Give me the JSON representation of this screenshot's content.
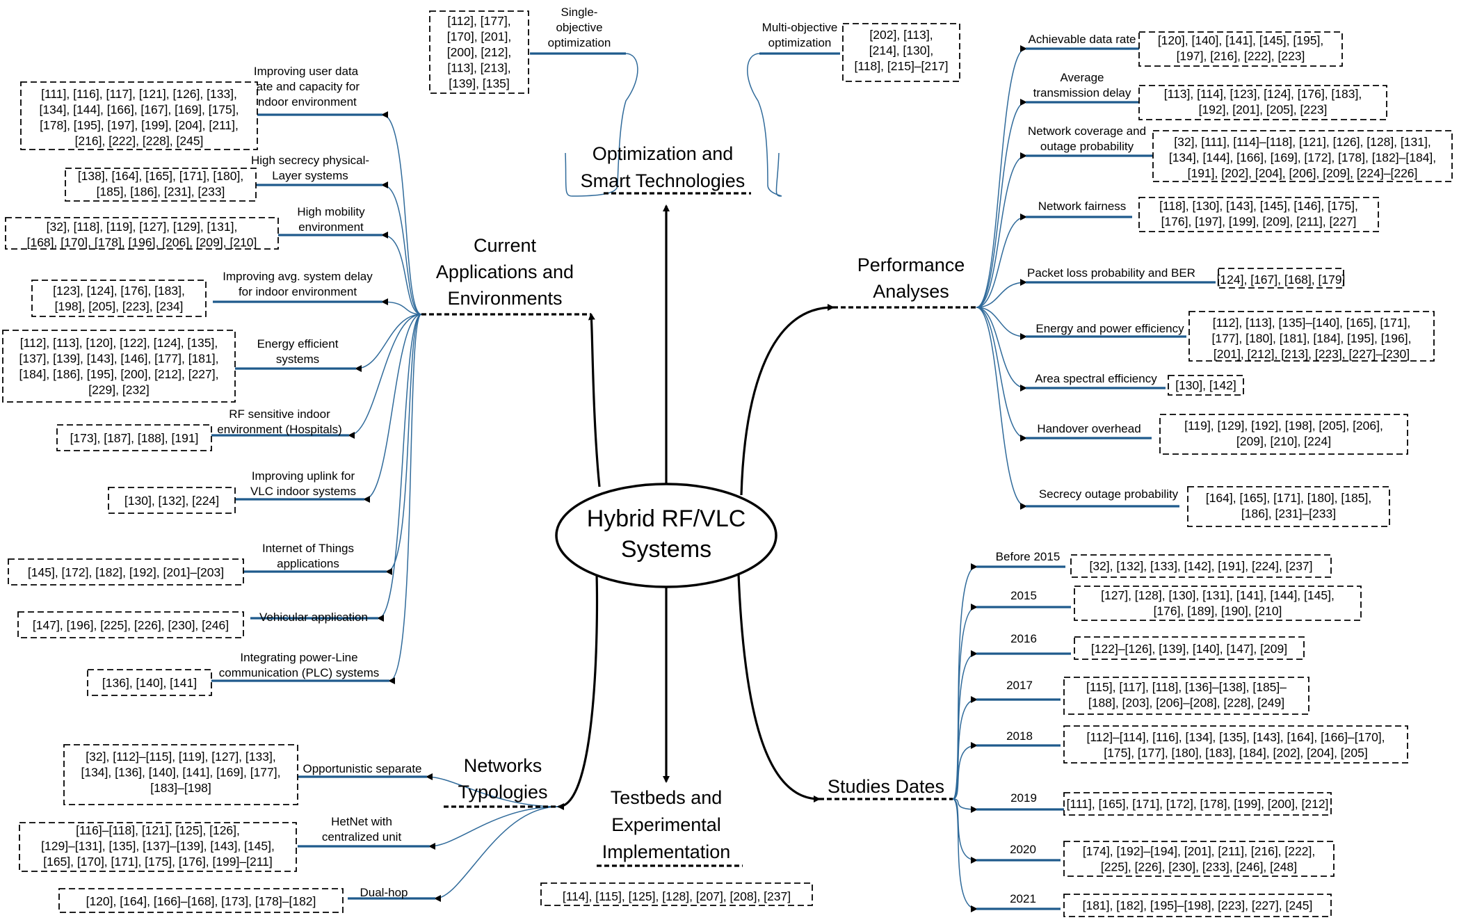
{
  "center": {
    "label_lines": [
      "Hybrid RF/VLC",
      "Systems"
    ]
  },
  "branches": [
    {
      "id": "optimization",
      "title_lines": [
        "Optimization and",
        "Smart Technologies"
      ],
      "items": [
        {
          "label_lines": [
            "Single-",
            "objective",
            "optimization"
          ],
          "refs_lines": [
            "[112], [177],",
            "[170], [201],",
            "[200], [212],",
            "[113], [213],",
            "[139], [135]"
          ]
        },
        {
          "label_lines": [
            "Multi-objective",
            "optimization"
          ],
          "refs_lines": [
            "[202], [113],",
            "[214], [130],",
            "[118], [215]–[217]"
          ]
        }
      ]
    },
    {
      "id": "applications",
      "title_lines": [
        "Current",
        "Applications and",
        "Environments"
      ],
      "items": [
        {
          "label_lines": [
            "Improving user data",
            "rate and capacity for",
            "indoor environment"
          ],
          "refs_lines": [
            "[111], [116], [117], [121], [126], [133],",
            "[134], [144], [166], [167], [169], [175],",
            "[178], [195], [197], [199], [204], [211],",
            "[216], [222], [228], [245]"
          ]
        },
        {
          "label_lines": [
            "High secrecy physical-",
            "Layer systems"
          ],
          "refs_lines": [
            "[138], [164], [165], [171], [180],",
            "[185], [186], [231], [233]"
          ]
        },
        {
          "label_lines": [
            "High mobility",
            "environment"
          ],
          "refs_lines": [
            "[32], [118], [119], [127], [129], [131],",
            "[168], [170], [178], [196], [206], [209], [210]"
          ]
        },
        {
          "label_lines": [
            "Improving avg. system delay",
            "for indoor environment"
          ],
          "refs_lines": [
            "[123], [124], [176], [183],",
            "[198], [205], [223], [234]"
          ]
        },
        {
          "label_lines": [
            "Energy efficient",
            "systems"
          ],
          "refs_lines": [
            "[112], [113], [120], [122], [124], [135],",
            "[137], [139], [143], [146], [177], [181],",
            "[184], [186], [195], [200], [212], [227],",
            "[229], [232]"
          ]
        },
        {
          "label_lines": [
            "RF sensitive indoor",
            "environment (Hospitals)"
          ],
          "refs_lines": [
            "[173], [187], [188], [191]"
          ]
        },
        {
          "label_lines": [
            "Improving uplink for",
            "VLC indoor systems"
          ],
          "refs_lines": [
            "[130], [132], [224]"
          ]
        },
        {
          "label_lines": [
            "Internet of Things",
            "applications"
          ],
          "refs_lines": [
            "[145], [172], [182], [192], [201]–[203]"
          ]
        },
        {
          "label_lines": [
            "Vehicular application"
          ],
          "refs_lines": [
            "[147], [196], [225], [226], [230], [246]"
          ]
        },
        {
          "label_lines": [
            "Integrating power-Line",
            "communication (PLC) systems"
          ],
          "refs_lines": [
            "[136], [140], [141]"
          ]
        }
      ]
    },
    {
      "id": "performance",
      "title_lines": [
        "Performance",
        "Analyses"
      ],
      "items": [
        {
          "label_lines": [
            "Achievable data rate"
          ],
          "refs_lines": [
            "[120], [140], [141], [145], [195],",
            "[197], [216], [222], [223]"
          ]
        },
        {
          "label_lines": [
            "Average",
            "transmission delay"
          ],
          "refs_lines": [
            "[113], [114], [123], [124], [176], [183],",
            "[192], [201], [205], [223]"
          ]
        },
        {
          "label_lines": [
            "Network coverage and",
            "outage probability"
          ],
          "refs_lines": [
            "[32], [111], [114]–[118], [121], [126], [128], [131],",
            "[134], [144], [166], [169], [172], [178], [182]–[184],",
            "[191], [202], [204], [206], [209], [224]–[226]"
          ]
        },
        {
          "label_lines": [
            "Network fairness"
          ],
          "refs_lines": [
            "[118], [130], [143], [145], [146], [175],",
            "[176], [197], [199], [209], [211], [227]"
          ]
        },
        {
          "label_lines": [
            "Packet loss probability and BER"
          ],
          "refs_lines": [
            "[124], [167], [168], [179]"
          ]
        },
        {
          "label_lines": [
            "Energy and power efficiency"
          ],
          "refs_lines": [
            "[112], [113], [135]–[140], [165], [171],",
            "[177], [180], [181], [184], [195], [196],",
            "[201], [212], [213], [223], [227]–[230]"
          ]
        },
        {
          "label_lines": [
            "Area spectral efficiency"
          ],
          "refs_lines": [
            "[130], [142]"
          ]
        },
        {
          "label_lines": [
            "Handover overhead"
          ],
          "refs_lines": [
            "[119], [129], [192], [198], [205], [206],",
            "[209], [210], [224]"
          ]
        },
        {
          "label_lines": [
            "Secrecy outage probability"
          ],
          "refs_lines": [
            "[164], [165], [171], [180], [185],",
            "[186], [231]–[233]"
          ]
        }
      ]
    },
    {
      "id": "dates",
      "title_lines": [
        "Studies Dates"
      ],
      "items": [
        {
          "label_lines": [
            "Before 2015"
          ],
          "refs_lines": [
            "[32], [132], [133], [142], [191], [224], [237]"
          ]
        },
        {
          "label_lines": [
            "2015"
          ],
          "refs_lines": [
            "[127], [128], [130], [131], [141], [144], [145],",
            "[176], [189], [190], [210]"
          ]
        },
        {
          "label_lines": [
            "2016"
          ],
          "refs_lines": [
            "[122]–[126], [139], [140], [147], [209]"
          ]
        },
        {
          "label_lines": [
            "2017"
          ],
          "refs_lines": [
            "[115], [117], [118], [136]–[138], [185]–",
            "[188], [203], [206]–[208], [228], [249]"
          ]
        },
        {
          "label_lines": [
            "2018"
          ],
          "refs_lines": [
            "[112]–[114], [116], [134], [135], [143], [164], [166]–[170],",
            "[175], [177], [180], [183], [184], [202], [204], [205]"
          ]
        },
        {
          "label_lines": [
            "2019"
          ],
          "refs_lines": [
            "[111], [165], [171], [172], [178], [199], [200], [212]"
          ]
        },
        {
          "label_lines": [
            "2020"
          ],
          "refs_lines": [
            "[174], [192]–[194], [201], [211], [216], [222],",
            "[225], [226], [230], [233], [246], [248]"
          ]
        },
        {
          "label_lines": [
            "2021"
          ],
          "refs_lines": [
            "[181], [182], [195]–[198], [223], [227], [245]"
          ]
        }
      ]
    },
    {
      "id": "networks",
      "title_lines": [
        "Networks",
        "Typologies"
      ],
      "items": [
        {
          "label_lines": [
            "Opportunistic separate"
          ],
          "refs_lines": [
            "[32], [112]–[115], [119], [127], [133],",
            "[134], [136], [140], [141], [169], [177],",
            "[183]–[198]"
          ]
        },
        {
          "label_lines": [
            "HetNet with",
            "centralized unit"
          ],
          "refs_lines": [
            "[116]–[118], [121], [125], [126],",
            "[129]–[131], [135], [137]–[139], [143], [145],",
            "[165], [170], [171], [175], [176], [199]–[211]"
          ]
        },
        {
          "label_lines": [
            "Dual-hop"
          ],
          "refs_lines": [
            "[120], [164], [166]–[168], [173], [178]–[182]"
          ]
        }
      ]
    },
    {
      "id": "testbeds",
      "title_lines": [
        "Testbeds and",
        "Experimental",
        "Implementation"
      ],
      "items": [
        {
          "label_lines": [],
          "refs_lines": [
            "[114], [115], [125], [128], [207], [208], [237]"
          ]
        }
      ]
    }
  ],
  "colors": {
    "connector": "#2f6a9a",
    "underline": "#1f5a8c",
    "stroke": "#000000"
  }
}
